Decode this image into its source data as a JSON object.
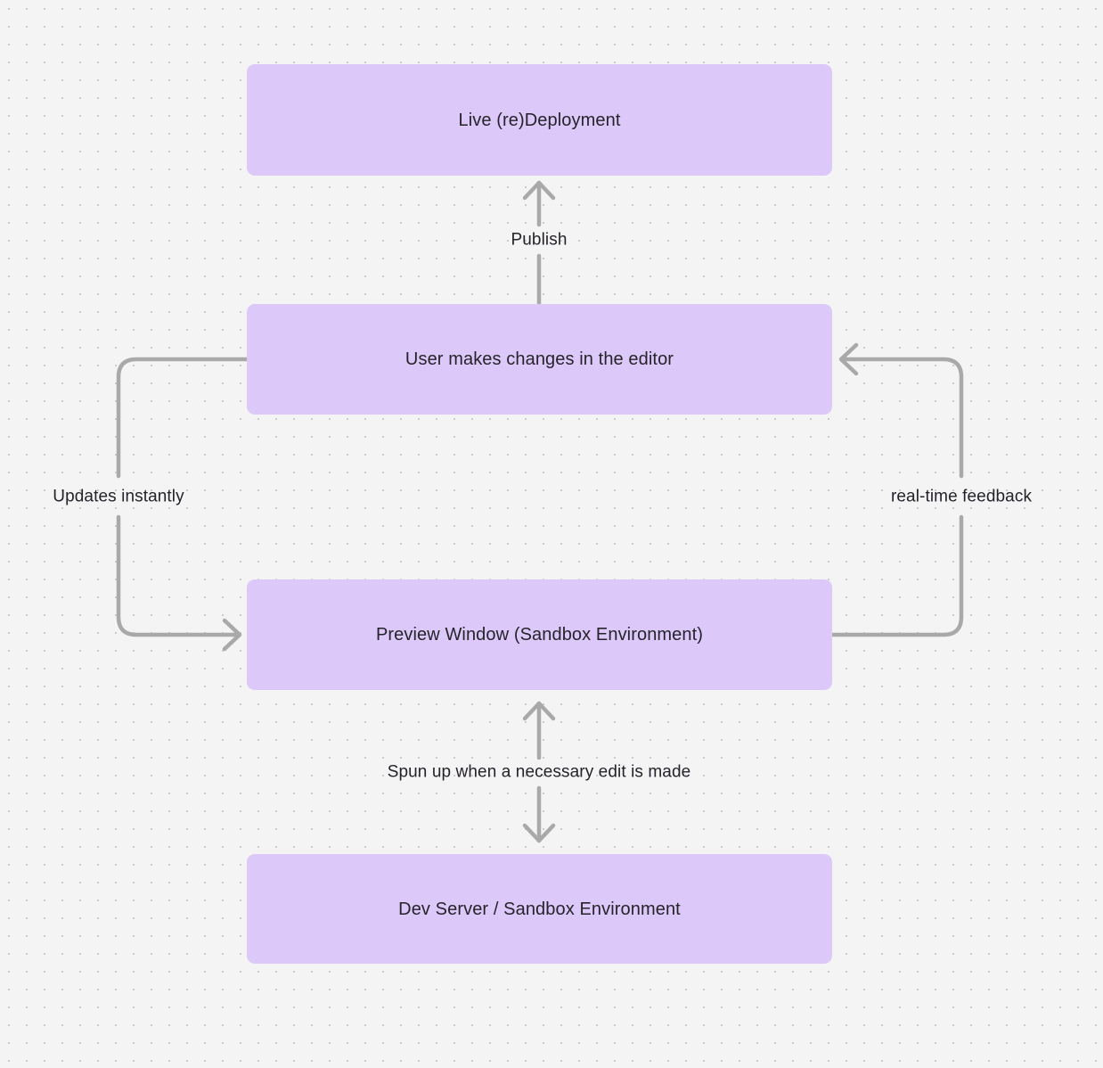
{
  "diagram": {
    "title": "Live deployment / preview feedback loop",
    "background_color": "#f4f4f4",
    "grid_dot_color": "#cccccc",
    "node_fill_color": "#dcc9f9",
    "node_text_color": "#26232b",
    "edge_color": "#a9a9a9",
    "nodes": [
      {
        "id": "live",
        "label": "Live (re)Deployment"
      },
      {
        "id": "user",
        "label": "User makes changes in the editor"
      },
      {
        "id": "preview",
        "label": "Preview Window (Sandbox Environment)"
      },
      {
        "id": "devserver",
        "label": "Dev Server / Sandbox Environment"
      }
    ],
    "edges": [
      {
        "id": "publish",
        "label": "Publish",
        "from": "user",
        "to": "live",
        "direction": "up"
      },
      {
        "id": "updates",
        "label": "Updates instantly",
        "from": "user",
        "to": "preview",
        "direction": "left-loop"
      },
      {
        "id": "realtime",
        "label": "real-time feedback",
        "from": "preview",
        "to": "user",
        "direction": "right-loop"
      },
      {
        "id": "spun",
        "label": "Spun up when a necessary edit is made",
        "from": "preview",
        "to": "devserver",
        "direction": "bidirectional"
      }
    ]
  }
}
